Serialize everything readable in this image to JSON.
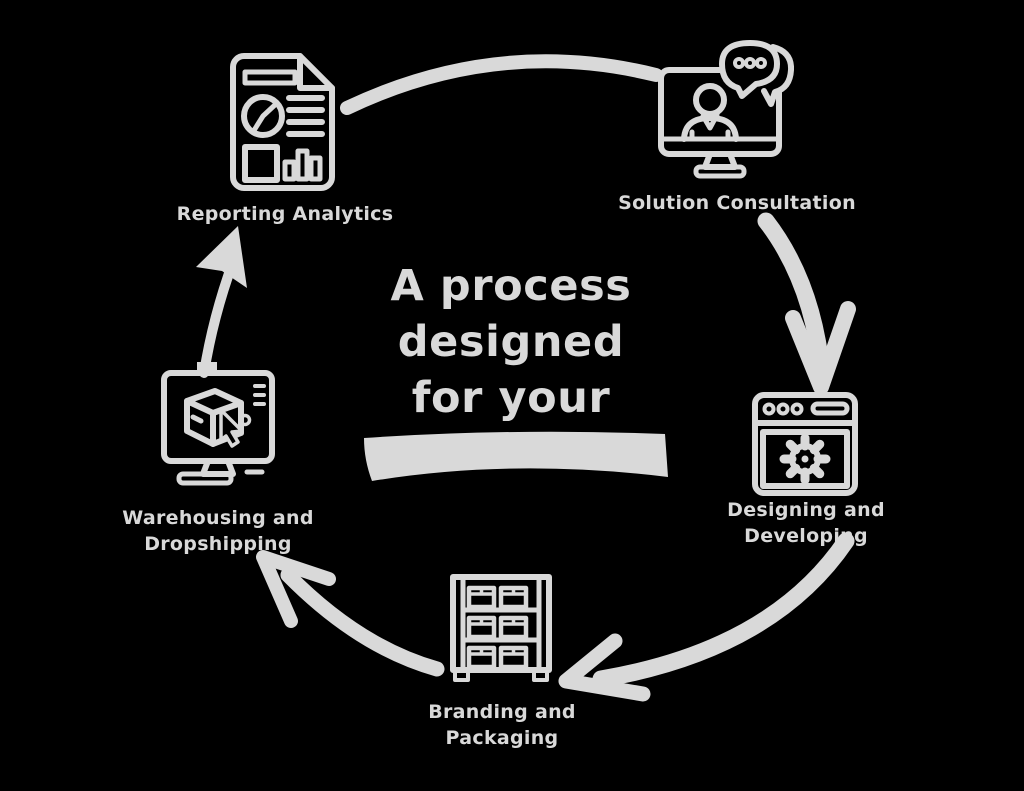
{
  "colors": {
    "background": "#000000",
    "foreground": "#d9d9d9"
  },
  "heading": {
    "line1": "A process",
    "line2": "designed",
    "line3": "for your",
    "highlight": "brush-stroke-highlight"
  },
  "steps": {
    "reporting": {
      "label": "Reporting Analytics",
      "icon": "analytics-report-document-icon"
    },
    "consultation": {
      "label": "Solution Consultation",
      "icon": "monitor-person-chat-icon"
    },
    "designing": {
      "line1": "Designing and",
      "line2": "Developing",
      "icon": "browser-gear-icon"
    },
    "branding": {
      "line1": "Branding and",
      "line2": "Packaging",
      "icon": "packaging-shelf-boxes-icon"
    },
    "warehousing": {
      "line1": "Warehousing and",
      "line2": "Dropshipping",
      "icon": "monitor-box-cursor-icon"
    }
  }
}
